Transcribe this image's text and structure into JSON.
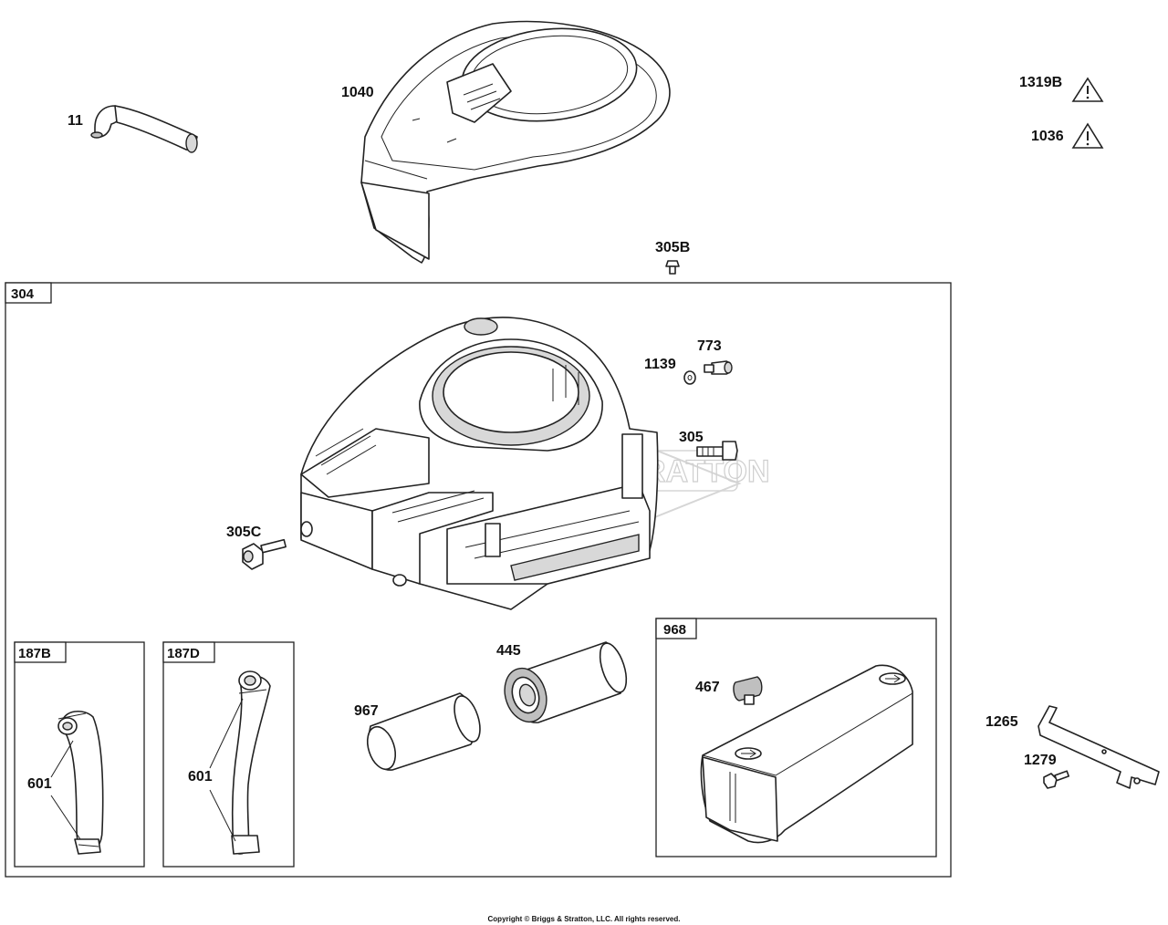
{
  "labels": {
    "p11": "11",
    "p1040": "1040",
    "p1319b": "1319B",
    "p1036": "1036",
    "p305b": "305B",
    "p304": "304",
    "p1139": "1139",
    "p773": "773",
    "p305": "305",
    "p305c": "305C",
    "p187b": "187B",
    "p187d": "187D",
    "p601a": "601",
    "p601b": "601",
    "p445": "445",
    "p967": "967",
    "p968": "968",
    "p467": "467",
    "p1265": "1265",
    "p1279": "1279"
  },
  "watermark": "BRIGGS & STRATTON",
  "copyright": "Copyright © Briggs & Stratton, LLC. All rights reserved.",
  "colors": {
    "line": "#222222",
    "shade": "#d8d8d8",
    "watermark": "#cfcfcf"
  },
  "icons": {
    "warning": "warning-triangle-icon"
  }
}
